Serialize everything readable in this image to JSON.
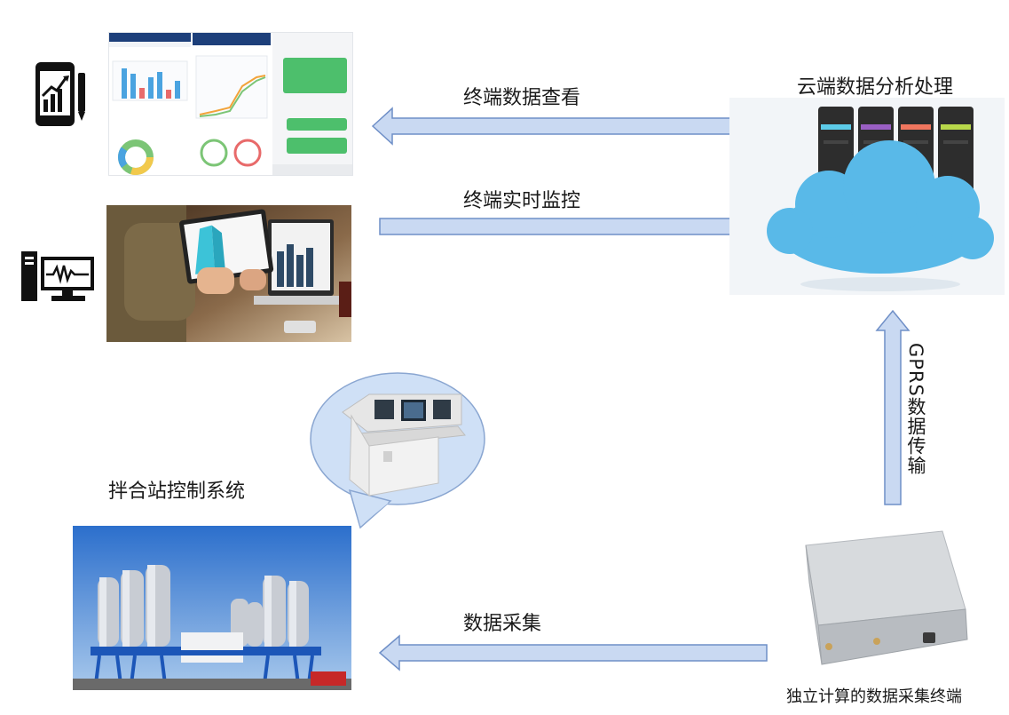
{
  "labels": {
    "terminal_view": "终端数据查看",
    "realtime_monitor": "终端实时监控",
    "cloud_processing": "云端数据分析处理",
    "gprs_prefix": "GPRS",
    "gprs_suffix": "数据传输",
    "mixing_station": "拌合站控制系统",
    "data_collection": "数据采集",
    "collection_terminal": "独立计算的数据采集终端"
  },
  "colors": {
    "arrow_fill": "#c9d9f2",
    "arrow_stroke": "#6f8fc7",
    "cloud": "#59b9e8",
    "icon_dark": "#111111",
    "bubble_fill": "#cfe0f6",
    "bubble_stroke": "#8aa6d1"
  },
  "icons": {
    "tablet_chart": "tablet-chart-icon",
    "computer_monitor": "computer-monitor-icon",
    "server_cloud": "server-cloud-icon"
  }
}
